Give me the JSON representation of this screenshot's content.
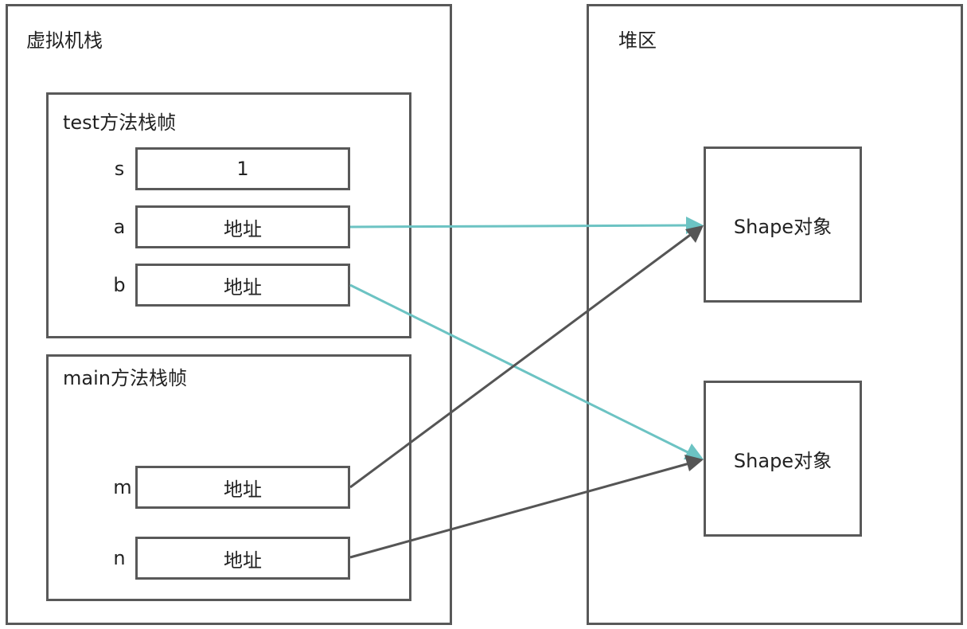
{
  "stack": {
    "title": "虚拟机栈",
    "frames": [
      {
        "title": "test方法栈帧",
        "vars": [
          {
            "name": "s",
            "value": "1"
          },
          {
            "name": "a",
            "value": "地址"
          },
          {
            "name": "b",
            "value": "地址"
          }
        ]
      },
      {
        "title": "main方法栈帧",
        "vars": [
          {
            "name": "m",
            "value": "地址"
          },
          {
            "name": "n",
            "value": "地址"
          }
        ]
      }
    ]
  },
  "heap": {
    "title": "堆区",
    "objects": [
      {
        "label": "Shape对象"
      },
      {
        "label": "Shape对象"
      }
    ]
  },
  "colors": {
    "border": "#595959",
    "arrow_teal": "#6cc3c3",
    "arrow_dark": "#555555"
  }
}
